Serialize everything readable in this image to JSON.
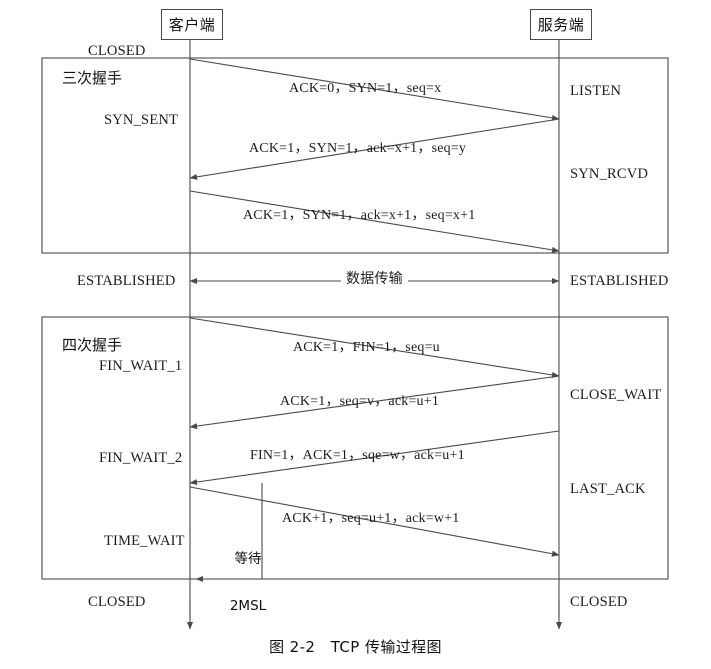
{
  "figure": {
    "caption": "图 2-2　TCP 传输过程图"
  },
  "endpoints": {
    "client": "客户端",
    "server": "服务端"
  },
  "phases": {
    "handshake": "三次握手",
    "teardown": "四次握手"
  },
  "client_states": {
    "closed_top": "CLOSED",
    "syn_sent": "SYN_SENT",
    "established": "ESTABLISHED",
    "fin_wait_1": "FIN_WAIT_1",
    "fin_wait_2": "FIN_WAIT_2",
    "time_wait": "TIME_WAIT",
    "closed_bottom": "CLOSED"
  },
  "server_states": {
    "listen": "LISTEN",
    "syn_rcvd": "SYN_RCVD",
    "established": "ESTABLISHED",
    "close_wait": "CLOSE_WAIT",
    "last_ack": "LAST_ACK",
    "closed_bottom": "CLOSED"
  },
  "messages": {
    "syn": "ACK=0，SYN=1，seq=x",
    "syn_ack": "ACK=1，SYN=1，ack=x+1，seq=y",
    "ack": "ACK=1，SYN=1，ack=x+1，seq=x+1",
    "data_transfer": "数据传输",
    "fin1": "ACK=1，FIN=1，seq=u",
    "ack1": "ACK=1，seq=v，ack=u+1",
    "fin2": "FIN=1，ACK=1，sqe=w，ack=u+1",
    "ack2": "ACK+1，seq=u+1，ack=w+1"
  },
  "annotations": {
    "wait_line1": "等待",
    "wait_line2": "2MSL"
  },
  "colors": {
    "line": "#4a4a4a",
    "text": "#1a1a1a",
    "background": "#ffffff"
  }
}
